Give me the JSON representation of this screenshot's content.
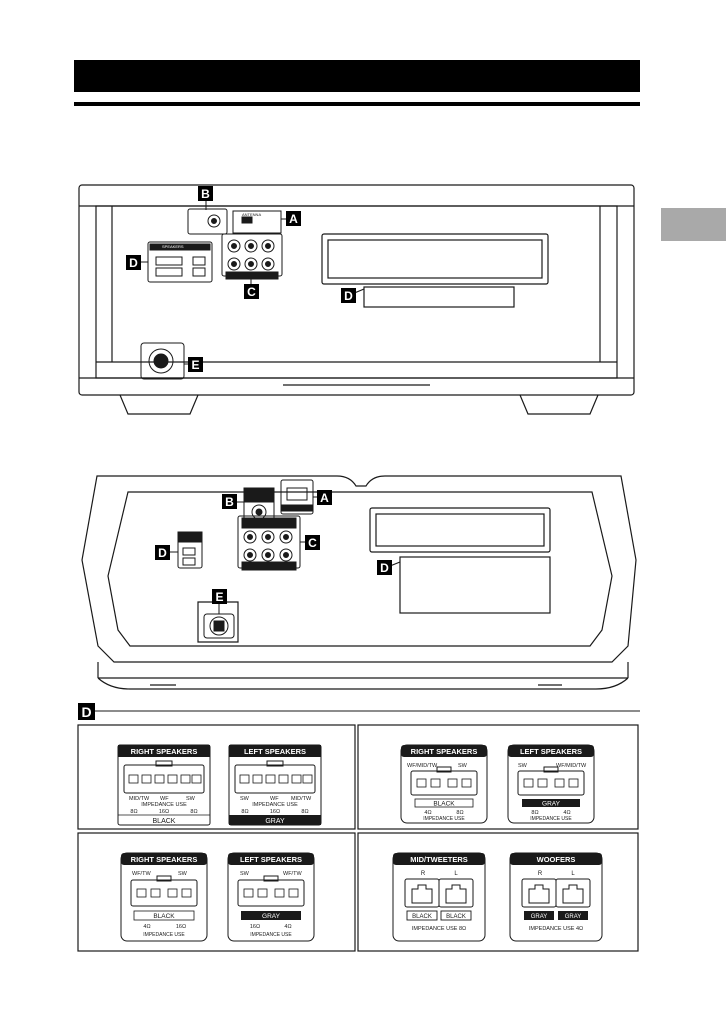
{
  "callouts": {
    "a": "A",
    "b": "B",
    "c": "C",
    "d": "D",
    "e": "E"
  },
  "section_d_label": "D",
  "rear_top": {
    "fm_antenna_text": "ANTENNA",
    "speaker_panel_title": "SPEAKERS"
  },
  "panels": {
    "p1": {
      "right_title": "RIGHT SPEAKERS",
      "left_title": "LEFT SPEAKERS",
      "right_terms": [
        "MID/TW",
        "WF",
        "SW"
      ],
      "left_terms": [
        "SW",
        "WF",
        "MID/TW"
      ],
      "impedance": "IMPEDANCE USE",
      "ohms": [
        "8Ω",
        "16Ω",
        "8Ω"
      ],
      "right_color": "BLACK",
      "left_color": "GRAY"
    },
    "p2": {
      "right_title": "RIGHT SPEAKERS",
      "left_title": "LEFT SPEAKERS",
      "right_terms": [
        "WF/MID/TW",
        "SW"
      ],
      "left_terms": [
        "SW",
        "WF/MID/TW"
      ],
      "right_color": "BLACK",
      "left_color": "GRAY",
      "right_ohms": [
        "4Ω",
        "8Ω"
      ],
      "left_ohms": [
        "8Ω",
        "4Ω"
      ],
      "impedance": "IMPEDANCE USE"
    },
    "p3": {
      "right_title": "RIGHT SPEAKERS",
      "left_title": "LEFT SPEAKERS",
      "right_terms": [
        "WF/TW",
        "SW"
      ],
      "left_terms": [
        "SW",
        "WF/TW"
      ],
      "right_color": "BLACK",
      "left_color": "GRAY",
      "right_ohms": [
        "4Ω",
        "16Ω"
      ],
      "left_ohms": [
        "16Ω",
        "4Ω"
      ],
      "impedance": "IMPEDANCE USE"
    },
    "p4": {
      "mid_title": "MID/TWEETERS",
      "woof_title": "WOOFERS",
      "r": "R",
      "l": "L",
      "black": "BLACK",
      "gray": "GRAY",
      "mid_impedance": "IMPEDANCE USE 8Ω",
      "woof_impedance": "IMPEDANCE USE 4Ω"
    }
  },
  "colors": {
    "ink": "#1a1a1a",
    "side_tab": "#a9a9a9",
    "title_bar": "#000000"
  }
}
